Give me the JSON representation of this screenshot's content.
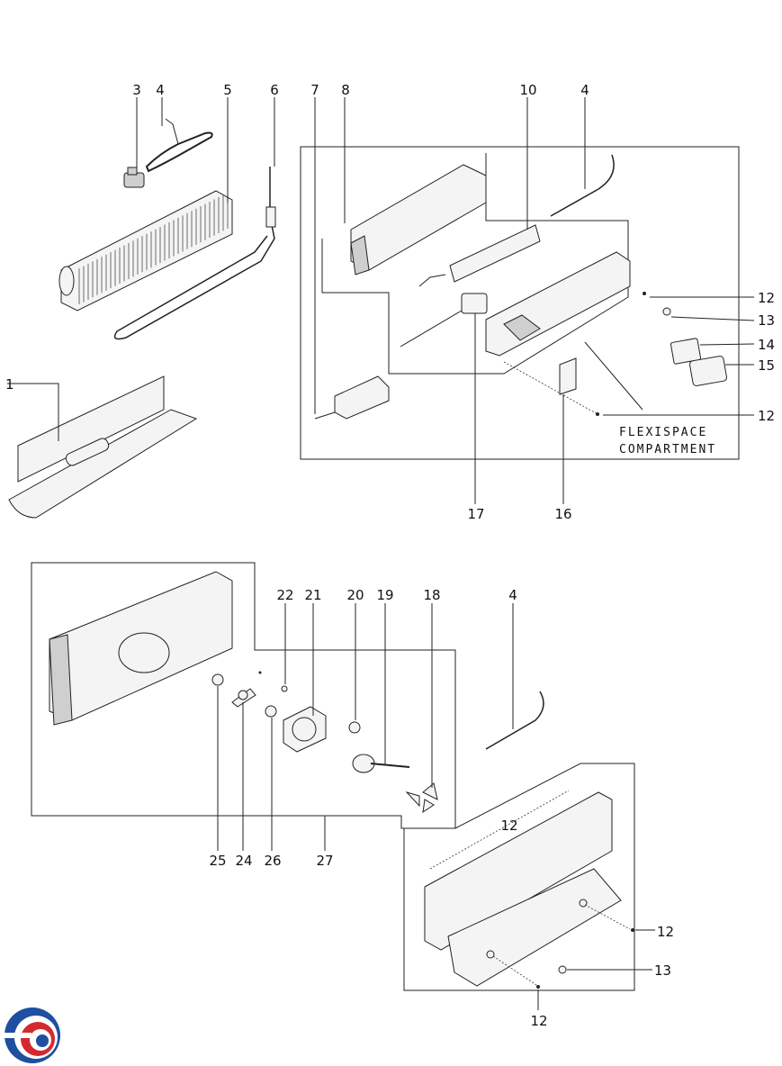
{
  "callouts": {
    "top_3": "3",
    "top_4a": "4",
    "top_5": "5",
    "top_6": "6",
    "top_7": "7",
    "top_8": "8",
    "top_10": "10",
    "top_4b": "4",
    "right_12a": "12",
    "right_13a": "13",
    "right_14": "14",
    "right_15": "15",
    "right_12b": "12",
    "left_1": "1",
    "bottom_17": "17",
    "bottom_16": "16",
    "mid_22": "22",
    "mid_21": "21",
    "mid_20": "20",
    "mid_19": "19",
    "mid_18": "18",
    "mid_4": "4",
    "low_25": "25",
    "low_24": "24",
    "low_26": "26",
    "low_27": "27",
    "low_12a": "12",
    "low_12b": "12",
    "low_13": "13",
    "low_12c": "12"
  },
  "flexispace_label": [
    "FLEXISPACE",
    "COMPARTMENT"
  ],
  "colors": {
    "logo_blue": "#1f4fa0",
    "logo_red": "#d42a2f",
    "line": "#222222"
  }
}
